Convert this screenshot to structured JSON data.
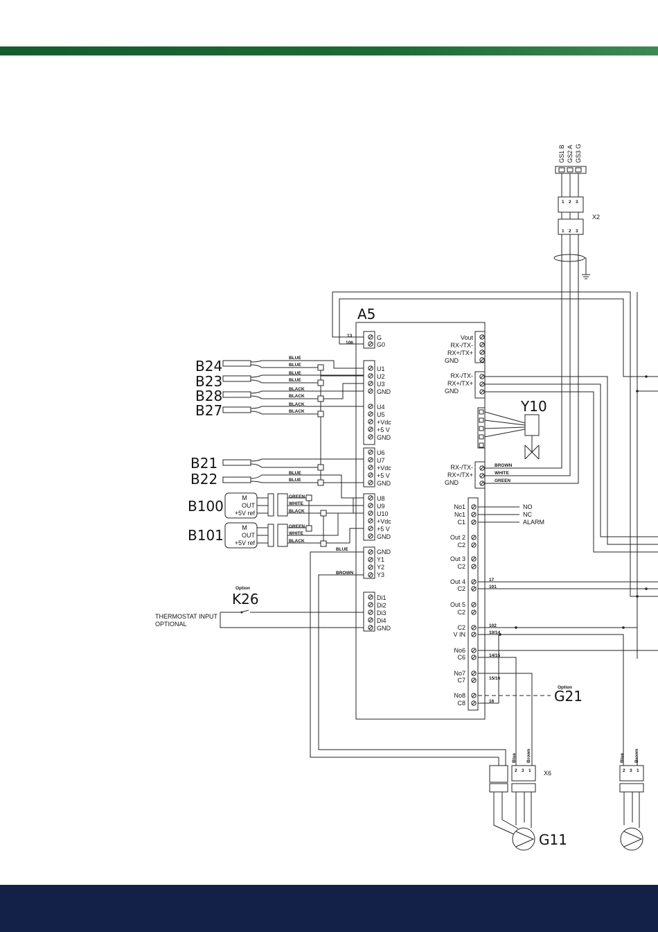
{
  "controller": {
    "label": "A5",
    "power_terminals": [
      "G",
      "G0"
    ],
    "power_wire_nums": [
      "13",
      "106"
    ],
    "analog_block1": [
      "U1",
      "U2",
      "U3",
      "GND",
      "U4",
      "U5",
      "+Vdc",
      "+5 V",
      "GND"
    ],
    "analog_block2": [
      "U6",
      "U7",
      "+Vdc",
      "+5 V",
      "GND"
    ],
    "analog_block3": [
      "U8",
      "U9",
      "U10",
      "+Vdc",
      "+5 V",
      "GND"
    ],
    "analog_out": [
      "GND",
      "Y1",
      "Y2",
      "Y3"
    ],
    "digital_in": [
      "Di1",
      "Di2",
      "Di3",
      "Di4",
      "GND"
    ],
    "comm_top": [
      "Vout",
      "RX-/TX-",
      "RX+/TX+",
      "GND"
    ],
    "comm_mid": [
      "RX-/TX-",
      "RX+/TX+",
      "GND"
    ],
    "comm_bottom": [
      "RX-/TX-",
      "RX+/TX+",
      "GND"
    ],
    "relays": [
      {
        "l": "No1",
        "w": ""
      },
      {
        "l": "Nc1",
        "w": ""
      },
      {
        "l": "C1",
        "w": ""
      },
      {
        "l": "Out 2",
        "w": ""
      },
      {
        "l": "C2",
        "w": ""
      },
      {
        "l": "Out 3",
        "w": ""
      },
      {
        "l": "C2",
        "w": ""
      },
      {
        "l": "Out 4",
        "w": "17"
      },
      {
        "l": "C2",
        "w": "101"
      },
      {
        "l": "Out 5",
        "w": ""
      },
      {
        "l": "C2",
        "w": ""
      },
      {
        "l": "C2",
        "w": "102"
      },
      {
        "l": "V IN",
        "w": "10/14"
      },
      {
        "l": "No6",
        "w": ""
      },
      {
        "l": "C6",
        "w": "14/15"
      },
      {
        "l": "No7",
        "w": ""
      },
      {
        "l": "C7",
        "w": "15/16"
      },
      {
        "l": "No8",
        "w": ""
      },
      {
        "l": "C8",
        "w": "16"
      }
    ],
    "alarm_outputs": [
      "NO",
      "NC",
      "ALARM"
    ]
  },
  "sensors": [
    "B24",
    "B23",
    "B28",
    "B27",
    "B21",
    "B22"
  ],
  "sensor_wire_colors": {
    "pair_a": [
      "BLUE",
      "BLUE",
      "BLUE",
      "BLUE"
    ],
    "pair_b": [
      "BLACK",
      "BLACK",
      "BLACK",
      "BLACK"
    ],
    "pair_c": [
      "BLUE",
      "BLUE"
    ]
  },
  "transmitters": [
    {
      "name": "B100",
      "rows": [
        "M",
        "OUT",
        "+5V ref"
      ],
      "wires": [
        "GREEN",
        "WHITE",
        "BLACK"
      ]
    },
    {
      "name": "B101",
      "rows": [
        "M",
        "OUT",
        "+5V ref"
      ],
      "wires": [
        "GREEN",
        "WHITE",
        "BLACK"
      ]
    }
  ],
  "aout_wires": [
    "BLUE",
    "BROWN"
  ],
  "comm_wires": [
    "BROWN",
    "WHITE",
    "GREEN"
  ],
  "thermostat": {
    "option": "Option",
    "name": "K26",
    "line1": "THERMOSTAT INPUT",
    "line2": "OPTIONAL"
  },
  "valve": {
    "name": "Y10"
  },
  "x2": {
    "name": "X2",
    "labels": [
      "GS1 B",
      "GS2 A",
      "GS3 G"
    ],
    "pins": [
      "1",
      "2",
      "3"
    ]
  },
  "x6": {
    "name": "X6",
    "pins": [
      "2",
      "3",
      "1"
    ],
    "wire_labels": [
      "Blue",
      "Brown"
    ]
  },
  "x6b": {
    "pins": [
      "2",
      "3",
      "1"
    ],
    "wire_labels": [
      "Blue",
      "Brown"
    ]
  },
  "g21": {
    "option": "Option",
    "name": "G21"
  },
  "g11": {
    "name": "G11"
  }
}
